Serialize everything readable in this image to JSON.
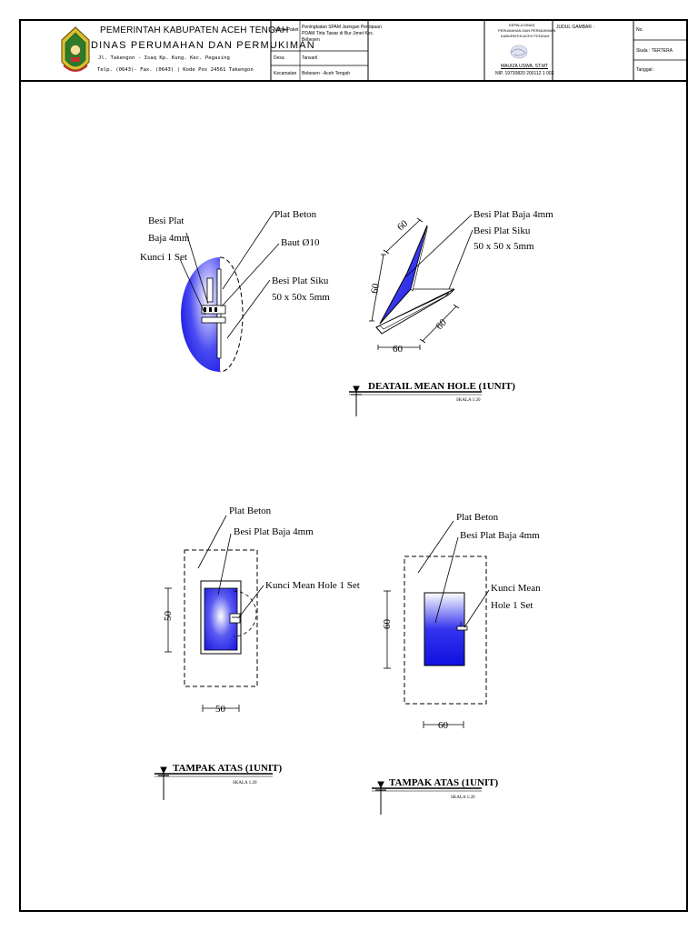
{
  "header": {
    "org_line1": "PEMERINTAH KABUPATEN ACEH TENGAH",
    "org_line2": "DINAS  PERUMAHAN DAN PERMUKIMAN",
    "address_line1": "Jl. Takengon - Isaq Kp. Kung. Kec. Pegasing",
    "address_line2": "Telp. (0643)- Fax. (0643) | Kode Pos 24561 Takengon",
    "project": {
      "nama_paket_label": "Nama Paket",
      "nama_paket_lines": [
        "Peningkatan SPAM Jaringan Perpipaan",
        "PDAM Tirta Tawar di Bur Jimet Kec.",
        "Bebesen"
      ],
      "desa_label": "Desa",
      "desa_value": "Tansaril",
      "kecamatan_label": "Kecamatan",
      "kecamatan_value": "Bebesen - Aceh Tengah"
    },
    "approval": {
      "title_lines": [
        "KEPALA DINAS",
        "PERUMAHAN DAN PERMUKIMAN",
        "KABUPATEN ACEH TENGAH"
      ],
      "name": "MAUIZA USWA, ST.MT",
      "nip": "NIP. 19730820 200112 1 003"
    },
    "judul_gambar_label": "JUDUL GAMBAR :",
    "no_label": "No.",
    "skala_label": "Skala",
    "skala_value": ": TERTERA",
    "tanggal_label": "Tanggal :"
  },
  "drawings": {
    "detail_side": {
      "label_besi_plat": [
        "Besi Plat",
        "Baja 4mm"
      ],
      "label_kunci": "Kunci 1 Set",
      "label_plat_beton": "Plat Beton",
      "label_baut": "Baut Ø10",
      "label_siku": [
        "Besi Plat Siku",
        "50 x 50x 5mm"
      ]
    },
    "detail_iso": {
      "label_besi_plat": "Besi Plat Baja 4mm",
      "label_siku": [
        "Besi Plat Siku",
        "50 x 50 x 5mm"
      ],
      "dim_a": "60",
      "dim_b": "60",
      "dim_c": "60",
      "dim_d": "60",
      "title": "DEATAIL MEAN HOLE (1UNIT)",
      "scale": "SKALA 1:20"
    },
    "top_view_1": {
      "label_plat_beton": "Plat Beton",
      "label_besi_plat": "Besi Plat Baja 4mm",
      "label_kunci": "Kunci Mean Hole 1 Set",
      "dim_v": "50",
      "dim_h": "50",
      "title": "TAMPAK ATAS (1UNIT)",
      "scale": "SKALA 1:20"
    },
    "top_view_2": {
      "label_plat_beton": "Plat Beton",
      "label_besi_plat": "Besi Plat Baja 4mm",
      "label_kunci": [
        "Kunci Mean",
        "Hole 1 Set"
      ],
      "dim_v": "60",
      "dim_h": "60",
      "title": "TAMPAK ATAS (1UNIT)",
      "scale": "SKALA 1:20"
    }
  },
  "colors": {
    "blue": "#1414e0",
    "light": "#ffffff",
    "line": "#000000"
  }
}
